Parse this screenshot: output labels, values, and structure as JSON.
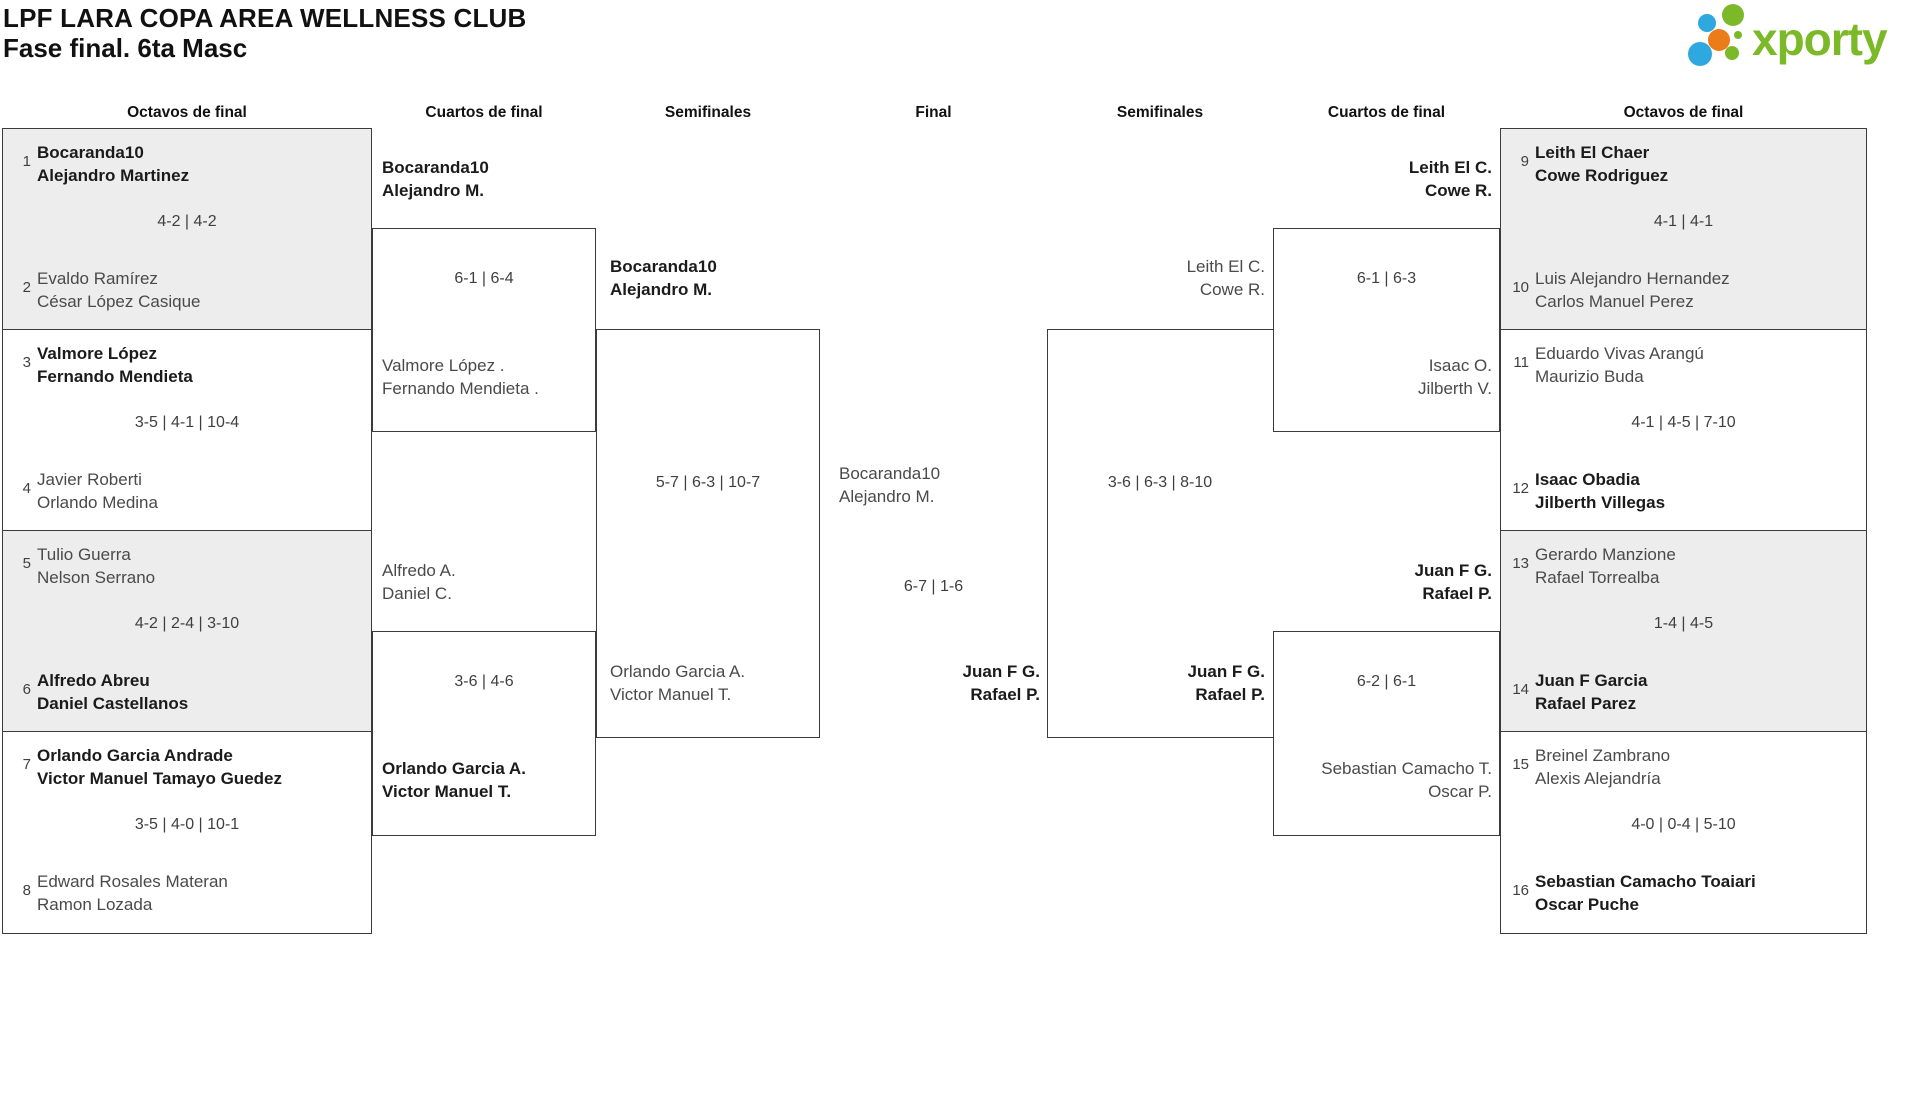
{
  "header": {
    "title": "LPF LARA COPA AREA WELLNESS CLUB",
    "subtitle": "Fase final. 6ta Masc",
    "logo_text": "xporty"
  },
  "round_headers": [
    "Octavos de final",
    "Cuartos de final",
    "Semifinales",
    "Final",
    "Semifinales",
    "Cuartos de final",
    "Octavos de final"
  ],
  "colors": {
    "logo_green": "#7cb928",
    "logo_blue": "#2fa8e0",
    "logo_orange": "#ea7c1a",
    "box_gray": "#ededed",
    "line": "#3b3b3b"
  },
  "matches": {
    "o1": {
      "seed_top": "1",
      "team_top": "Bocaranda10\nAlejandro Martinez",
      "top_bold": true,
      "score": "4-2 | 4-2",
      "seed_bottom": "2",
      "team_bottom": "Evaldo Ramírez\nCésar López Casique",
      "bottom_bold": false
    },
    "o2": {
      "seed_top": "3",
      "team_top": "Valmore López\nFernando Mendieta",
      "top_bold": true,
      "score": "3-5 | 4-1 | 10-4",
      "seed_bottom": "4",
      "team_bottom": "Javier Roberti\nOrlando Medina",
      "bottom_bold": false
    },
    "o3": {
      "seed_top": "5",
      "team_top": "Tulio Guerra\nNelson Serrano",
      "top_bold": false,
      "score": "4-2 | 2-4 | 3-10",
      "seed_bottom": "6",
      "team_bottom": "Alfredo Abreu\nDaniel Castellanos",
      "bottom_bold": true
    },
    "o4": {
      "seed_top": "7",
      "team_top": "Orlando Garcia Andrade\nVictor Manuel Tamayo Guedez",
      "top_bold": true,
      "score": "3-5 | 4-0 | 10-1",
      "seed_bottom": "8",
      "team_bottom": "Edward Rosales Materan\nRamon Lozada",
      "bottom_bold": false
    },
    "q1": {
      "team_top": "Bocaranda10\nAlejandro M.",
      "top_bold": true,
      "score": "6-1 | 6-4",
      "team_bottom": "Valmore López .\nFernando Mendieta .",
      "bottom_bold": false
    },
    "q2": {
      "team_top": "Alfredo A.\nDaniel C.",
      "top_bold": false,
      "score": "3-6 | 4-6",
      "team_bottom": "Orlando Garcia A.\nVictor Manuel T.",
      "bottom_bold": true
    },
    "s1": {
      "team_top": "Bocaranda10\nAlejandro M.",
      "top_bold": true,
      "score": "5-7 | 6-3 | 10-7",
      "team_bottom": "Orlando Garcia A.\nVictor Manuel T.",
      "bottom_bold": false
    },
    "f": {
      "team_left": "Bocaranda10\nAlejandro M.",
      "left_bold": false,
      "score": "6-7 | 1-6",
      "team_right": "Juan F G.\nRafael P.",
      "right_bold": true
    },
    "s2": {
      "team_top": "Leith El C.\nCowe R.",
      "top_bold": false,
      "score": "3-6 | 6-3 | 8-10",
      "team_bottom": "Juan F G.\nRafael P.",
      "bottom_bold": true
    },
    "q3": {
      "team_top": "Leith El C.\nCowe R.",
      "top_bold": true,
      "score": "6-1 | 6-3",
      "team_bottom": "Isaac O.\nJilberth V.",
      "bottom_bold": false
    },
    "q4": {
      "team_top": "Juan F G.\nRafael P.",
      "top_bold": true,
      "score": "6-2 | 6-1",
      "team_bottom": "Sebastian Camacho T.\nOscar P.",
      "bottom_bold": false
    },
    "o5": {
      "seed_top": "9",
      "team_top": "Leith El Chaer\nCowe Rodriguez",
      "top_bold": true,
      "score": "4-1 | 4-1",
      "seed_bottom": "10",
      "team_bottom": "Luis Alejandro Hernandez\nCarlos Manuel Perez",
      "bottom_bold": false
    },
    "o6": {
      "seed_top": "11",
      "team_top": "Eduardo Vivas Arangú\nMaurizio Buda",
      "top_bold": false,
      "score": "4-1 | 4-5 | 7-10",
      "seed_bottom": "12",
      "team_bottom": "Isaac Obadia\nJilberth Villegas",
      "bottom_bold": true
    },
    "o7": {
      "seed_top": "13",
      "team_top": "Gerardo Manzione\nRafael Torrealba",
      "top_bold": false,
      "score": "1-4 | 4-5",
      "seed_bottom": "14",
      "team_bottom": "Juan F Garcia\nRafael Parez",
      "bottom_bold": true
    },
    "o8": {
      "seed_top": "15",
      "team_top": "Breinel Zambrano\nAlexis Alejandría",
      "top_bold": false,
      "score": "4-0 | 0-4 | 5-10",
      "seed_bottom": "16",
      "team_bottom": "Sebastian Camacho Toaiari\nOscar Puche",
      "bottom_bold": true
    }
  }
}
